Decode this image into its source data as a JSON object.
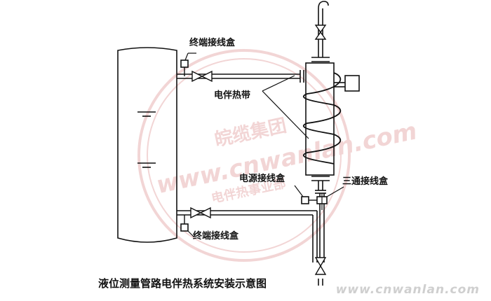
{
  "labels": {
    "terminal_box_top": "终端接线盒",
    "heat_trace_tape": "电伴热带",
    "power_box": "电源接线盒",
    "tee_box": "三通接线盒",
    "terminal_box_bottom": "终端接线盒"
  },
  "caption": "液位测量管路电伴热系统安装示意图",
  "watermark": {
    "stamp_top": "皖缆集团",
    "stamp_url": "www.cnwanlan.com",
    "stamp_bottom": "电伴热事业部",
    "footer_url": "www.cnwanlan.com",
    "color": "#e8b4b4"
  },
  "colors": {
    "line": "#111111",
    "watermark_ring": "#e8b4b4"
  }
}
